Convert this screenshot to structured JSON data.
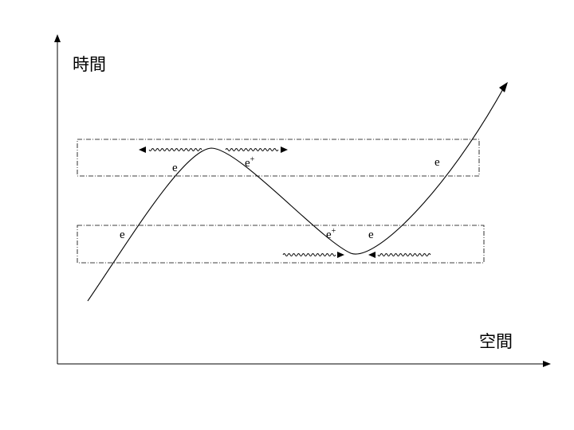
{
  "axes": {
    "y_label": "時間",
    "x_label": "空間"
  },
  "labels": {
    "e_upper_left": "e",
    "e_upper_right": "e",
    "e_lower_left": "e",
    "e_lower_right": "e",
    "positron_upper": "e",
    "positron_lower": "e",
    "positron_sign": "+"
  },
  "colors": {
    "line": "#000000",
    "background": "#ffffff"
  }
}
